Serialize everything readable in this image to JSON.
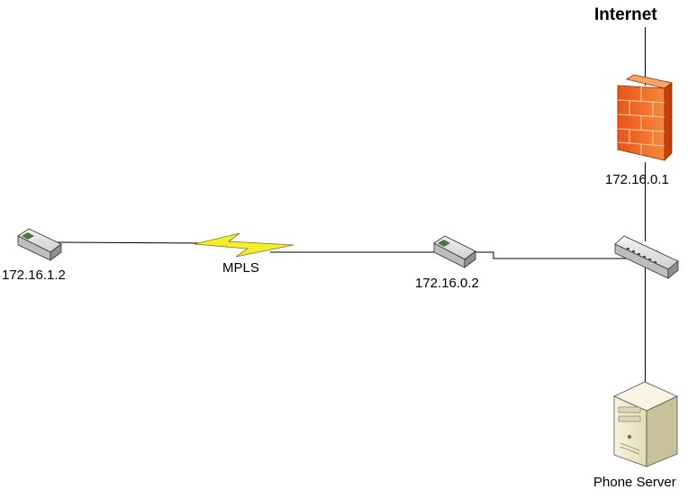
{
  "diagram": {
    "labels": {
      "internet": "Internet",
      "firewall": "172.16.0.1",
      "remote_router": "172.16.1.2",
      "mpls": "MPLS",
      "local_router": "172.16.0.2",
      "phone_server": "Phone Server"
    },
    "nodes": [
      {
        "id": "internet",
        "icon": "internet-uplink"
      },
      {
        "id": "firewall",
        "icon": "firewall-icon"
      },
      {
        "id": "switch",
        "icon": "switch-icon"
      },
      {
        "id": "phone-server",
        "icon": "server-icon"
      },
      {
        "id": "local-router",
        "icon": "router-icon"
      },
      {
        "id": "remote-router",
        "icon": "router-icon"
      },
      {
        "id": "mpls-link",
        "icon": "lightning-bolt-icon"
      }
    ],
    "links": [
      {
        "from": "internet",
        "to": "firewall"
      },
      {
        "from": "firewall",
        "to": "switch"
      },
      {
        "from": "switch",
        "to": "phone-server"
      },
      {
        "from": "local-router",
        "to": "switch"
      },
      {
        "from": "remote-router",
        "to": "local-router",
        "via": "mpls-link"
      }
    ],
    "colors": {
      "firewall": "#F26A2A",
      "lightning": "#F5EE2C",
      "server": "#F0EBCF",
      "line": "#000000"
    }
  }
}
